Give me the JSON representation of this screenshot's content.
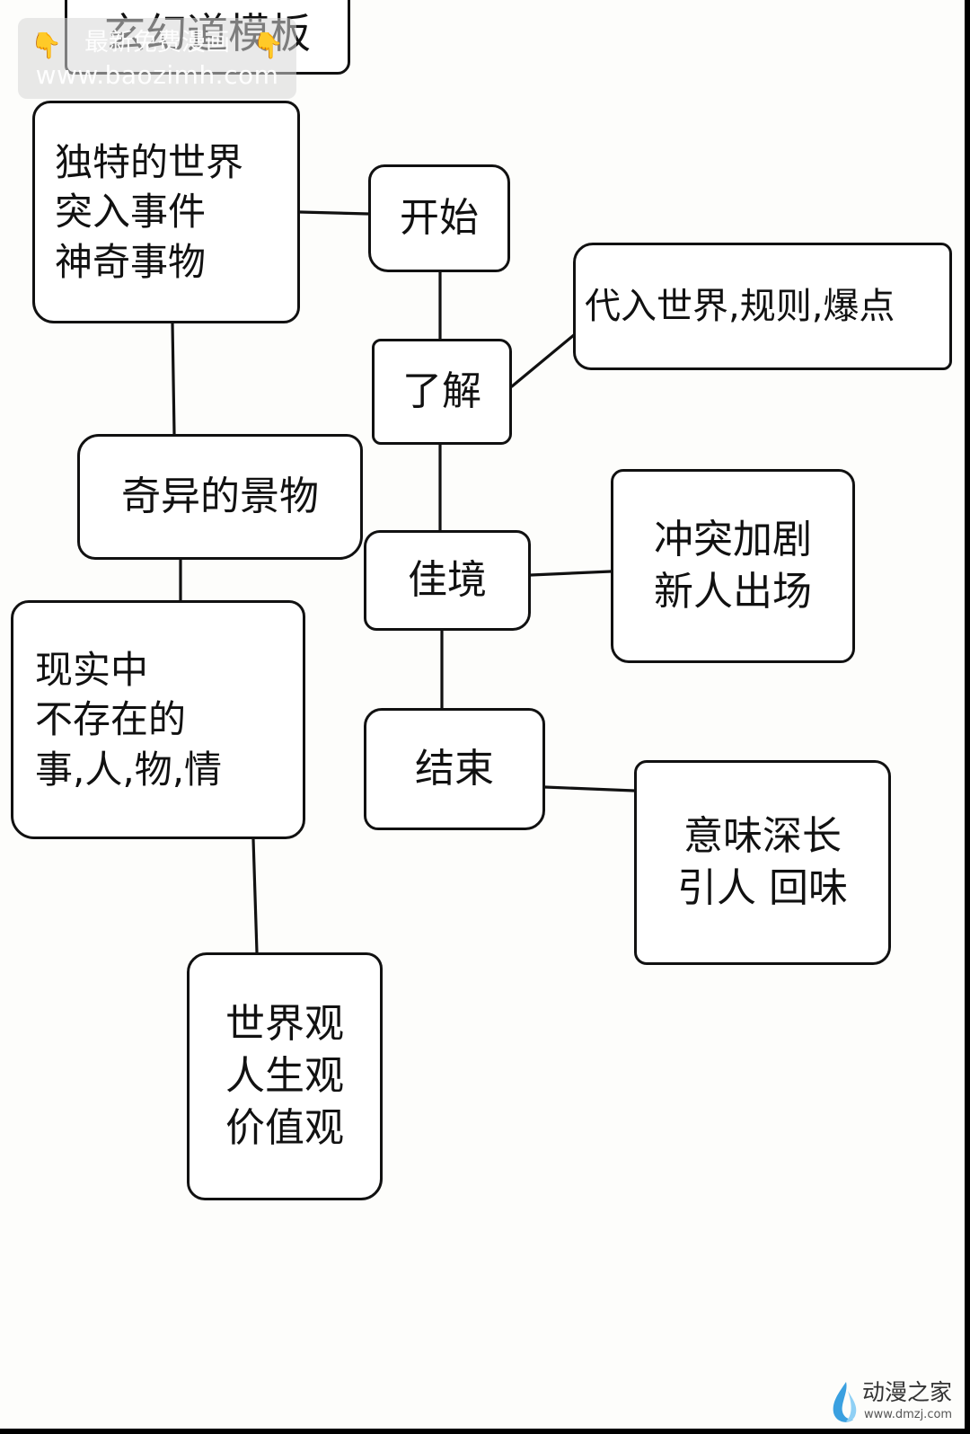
{
  "diagram": {
    "nodes": {
      "title": "玄幻道模板",
      "unique_world": "独特的世界\n突入事件\n神奇事物",
      "start": "开始",
      "immerse": "代入世界,规则,爆点",
      "learn": "了解",
      "scenery": "奇异的景物",
      "climax": "佳境",
      "conflict": "冲突加剧\n新人出场",
      "unreal": "现实中\n不存在的\n事,人,物,情",
      "end": "结束",
      "meaning": "意味深长\n引人 回味",
      "views": "世界观\n人生观\n价值观"
    }
  },
  "watermarks": {
    "top_line1": "最新免费漫画",
    "top_line2": "www.baozimh.com",
    "hand_icon": "pointing-down-hand-icon",
    "brand_name": "动漫之家",
    "brand_url": "www.dmzj.com",
    "brand_icon": "water-drop-logo-icon"
  },
  "colors": {
    "ink": "#111111",
    "paper": "#fdfdfb",
    "watermark_bg": "#d7d7d7",
    "hand": "#f2a533",
    "brand_blue": "#3aa0e0"
  }
}
